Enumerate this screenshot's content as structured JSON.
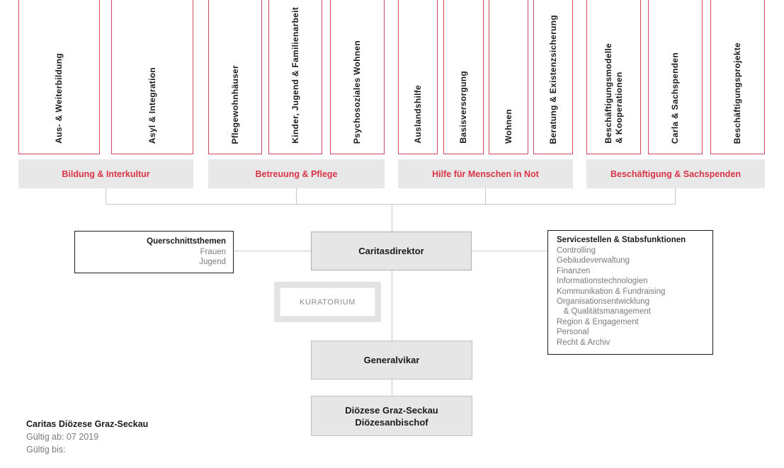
{
  "colors": {
    "department_border_red": "#d2485f",
    "group_text_red": "#d93448",
    "group_bar_grey": "#e8e8e8",
    "box_fill_grey": "#e6e6e6",
    "panel_border_black": "#1c1c1c",
    "secondary_text_grey": "#7b7b7b",
    "connector_grey": "#c9c9c9"
  },
  "org": {
    "groups": [
      {
        "label": "Bildung & Interkultur",
        "departments": [
          "Aus- & Weiterbildung",
          "Asyl & Integration"
        ]
      },
      {
        "label": "Betreuung & Pflege",
        "departments": [
          "Pflegewohnhäuser",
          "Kinder, Jugend & Familienarbeit",
          "Psychosoziales Wohnen"
        ]
      },
      {
        "label": "Hilfe für Menschen in Not",
        "departments": [
          "Auslandshilfe",
          "Basisversorgung",
          "Wohnen",
          "Beratung & Existenzsicherung"
        ]
      },
      {
        "label": "Beschäftigung & Sachspenden",
        "departments": [
          "Beschäftigungsmodelle\n& Kooperationen",
          "Carla & Sachspenden",
          "Beschäftigungsprojekte"
        ]
      }
    ],
    "querschnitt": {
      "title": "Querschnittsthemen",
      "items": [
        "Frauen",
        "Jugend"
      ]
    },
    "direktor": {
      "label": "Caritasdirektor"
    },
    "kuratorium": {
      "label": "KURATORIUM"
    },
    "servicestellen": {
      "title": "Servicestellen & Stabsfunktionen",
      "items": [
        "Controlling",
        "Gebäudeverwaltung",
        "Finanzen",
        "Informationstechnologien",
        "Kommunikation & Fundraising",
        "Organisationsentwicklung",
        "   & Qualitätsmanagement",
        "Region & Engagement",
        "Personal",
        "Recht & Archiv"
      ]
    },
    "generalvikar": {
      "label": "Generalvikar"
    },
    "dioezese": {
      "label": "Diözese Graz-Seckau\nDiözesanbischof"
    }
  },
  "footer": {
    "title": "Caritas Diözese Graz-Seckau",
    "valid_from": "Gültig ab: 07 2019",
    "valid_until": "Gültig bis:"
  }
}
